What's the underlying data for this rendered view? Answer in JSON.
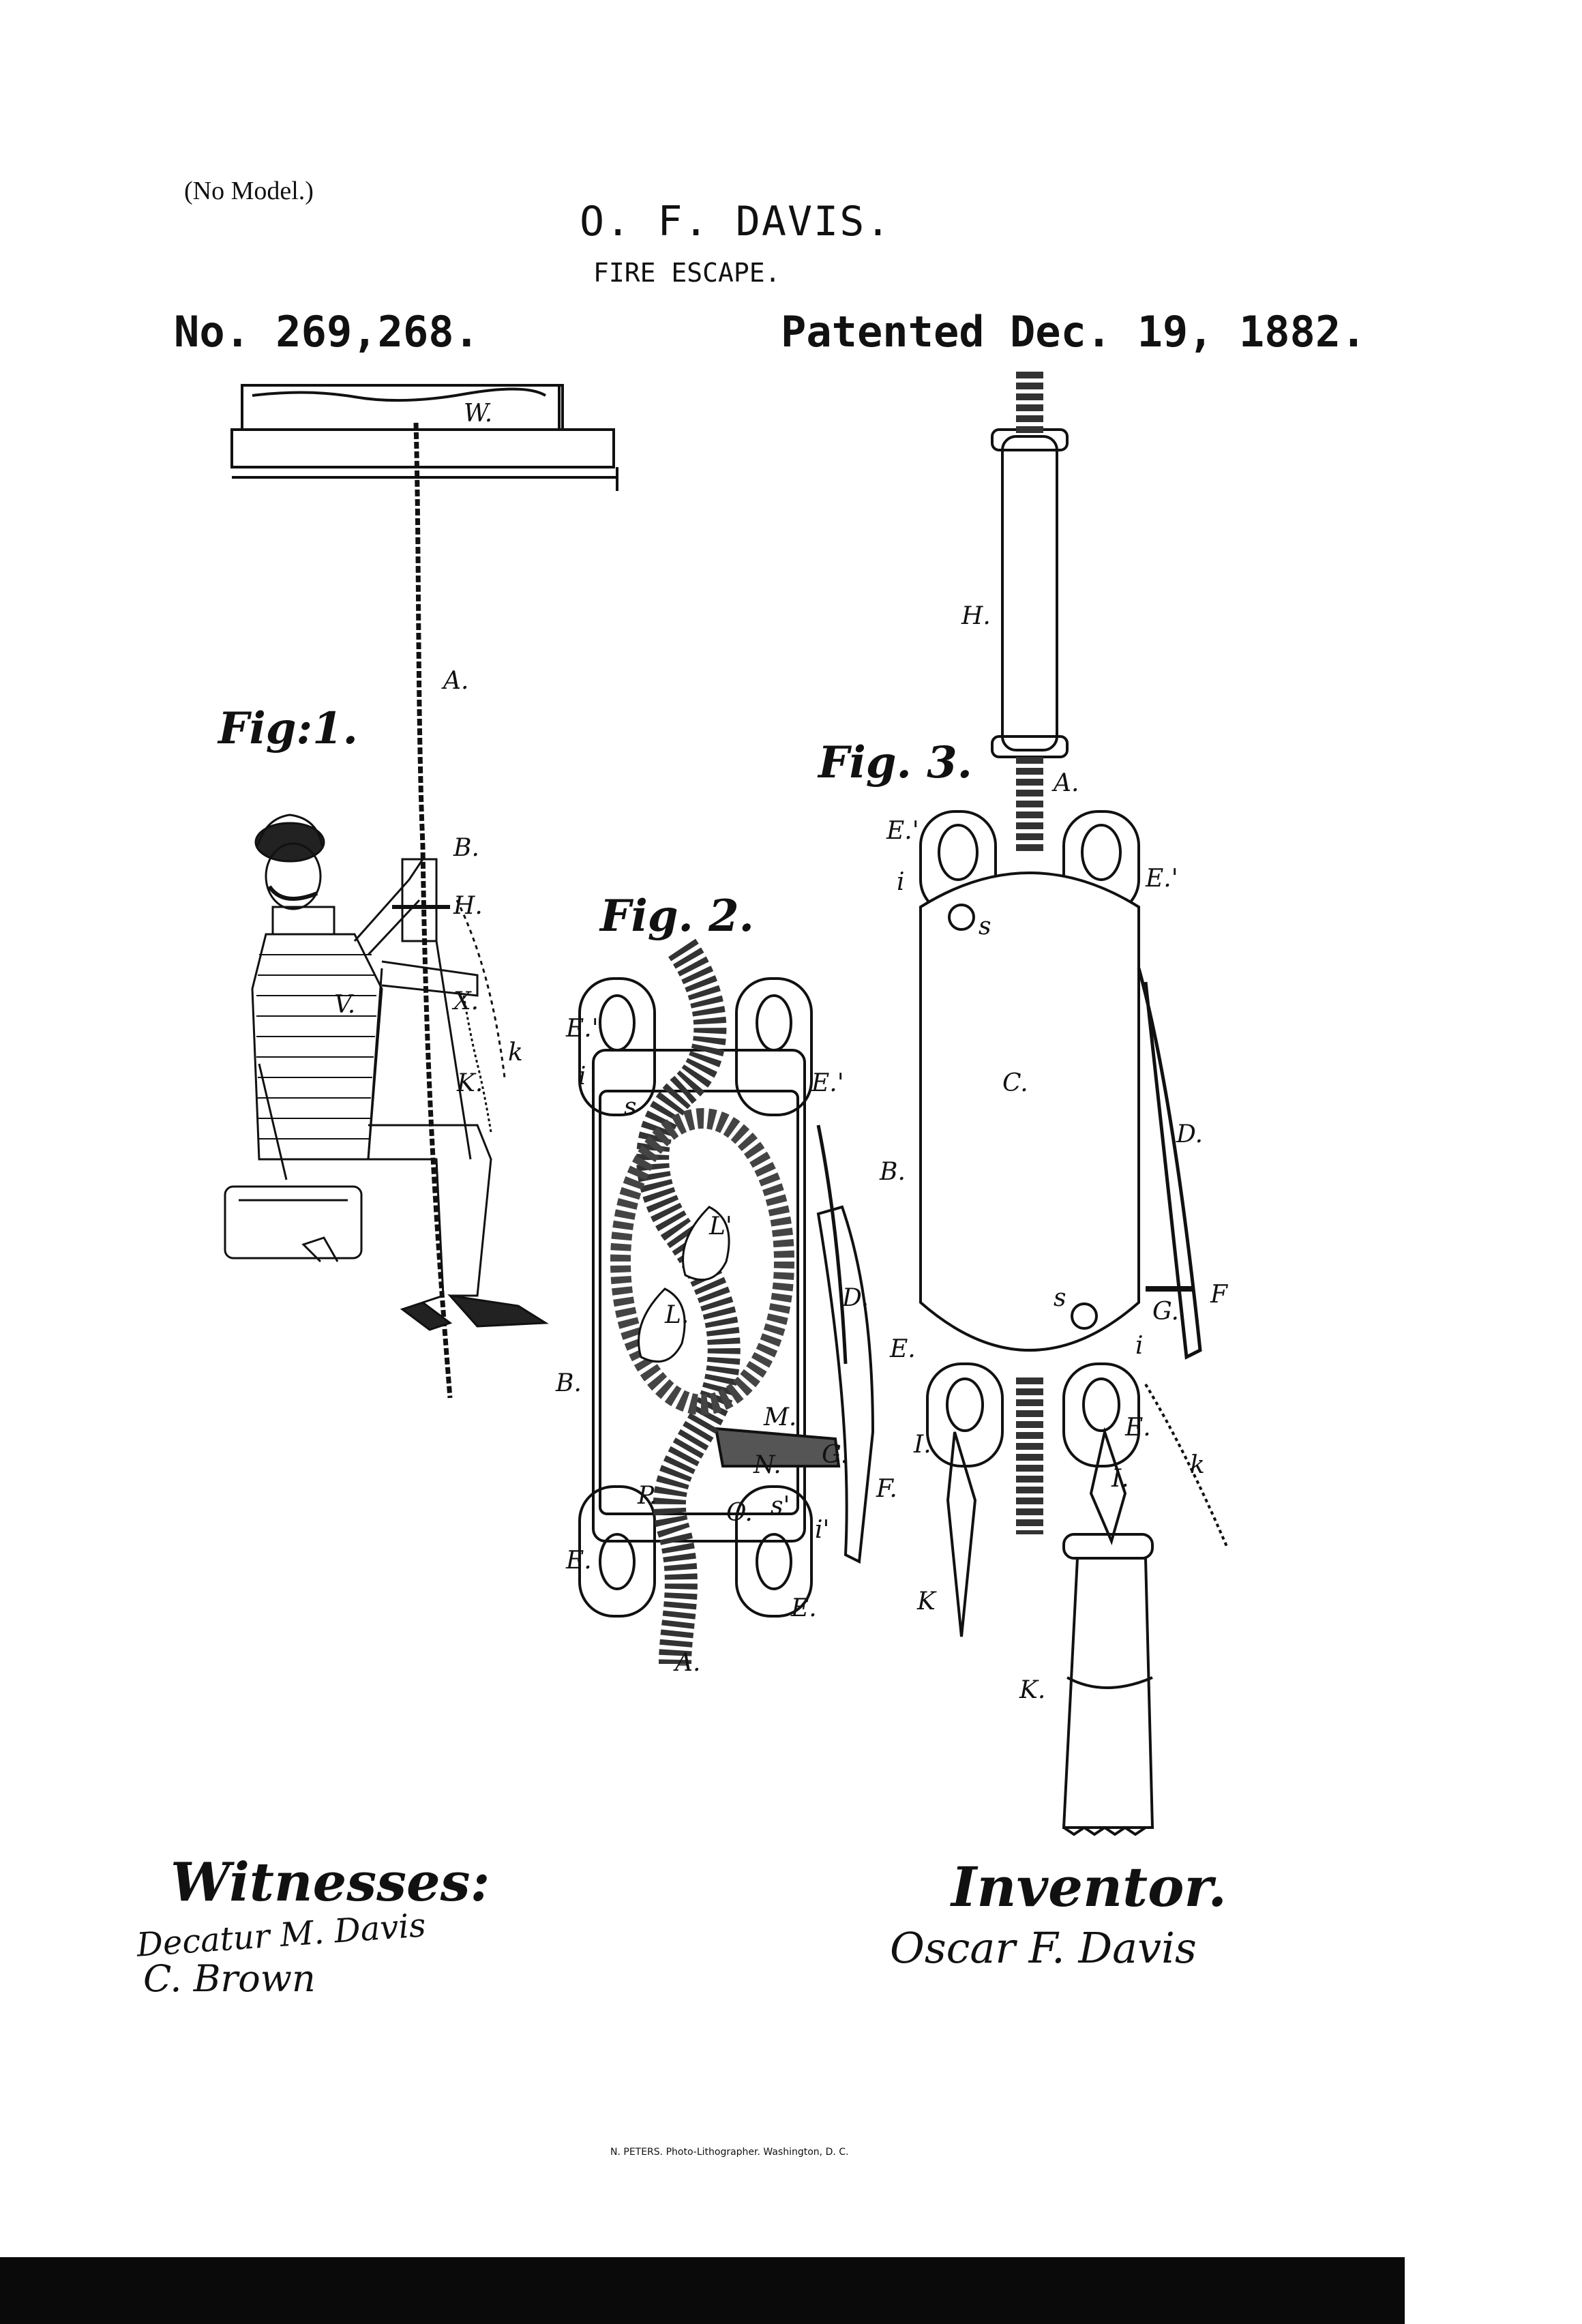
{
  "header": {
    "no_model": "(No Model.)",
    "inventor_name": "O. F. DAVIS.",
    "title": "FIRE ESCAPE.",
    "patent_number": "No. 269,268.",
    "patent_date": "Patented Dec. 19, 1882."
  },
  "figures": {
    "fig1": {
      "label": "Fig:1.",
      "parts": {
        "W": "W.",
        "A": "A.",
        "B": "B.",
        "H": "H.",
        "X": "X.",
        "k": "k",
        "K": "K.",
        "V": "V."
      }
    },
    "fig2": {
      "label": "Fig. 2.",
      "parts": {
        "E1a": "E.'",
        "E1b": "E.'",
        "i": "i",
        "s": "s",
        "L1": "L'",
        "L": "L.",
        "D": "D.",
        "B": "B.",
        "M": "M.",
        "G": "G.",
        "F": "F.",
        "N": "N.",
        "P": "P.",
        "O": "O.",
        "s1": "s'",
        "i1": "i'",
        "Ea": "E.",
        "Eb": "E.",
        "A": "A."
      }
    },
    "fig3": {
      "label": "Fig. 3.",
      "parts": {
        "H": "H.",
        "A": "A.",
        "E1a": "E.'",
        "E1b": "E.'",
        "i": "i",
        "s1": "s",
        "C": "C.",
        "B": "B.",
        "D": "D.",
        "s2": "s",
        "G": "G.",
        "F": "F",
        "Ea": "E.",
        "i2": "i",
        "Eb": "E.",
        "k": "k",
        "I1": "I.",
        "I2": "I.",
        "K1": "K",
        "K2": "K."
      }
    }
  },
  "footer": {
    "witnesses_label": "Witnesses:",
    "witness_signatures": [
      "Decatur M. Davis",
      "C. Brown"
    ],
    "inventor_label": "Inventor.",
    "inventor_signature": "Oscar F. Davis",
    "lithographer": "N. PETERS. Photo-Lithographer. Washington, D. C."
  }
}
